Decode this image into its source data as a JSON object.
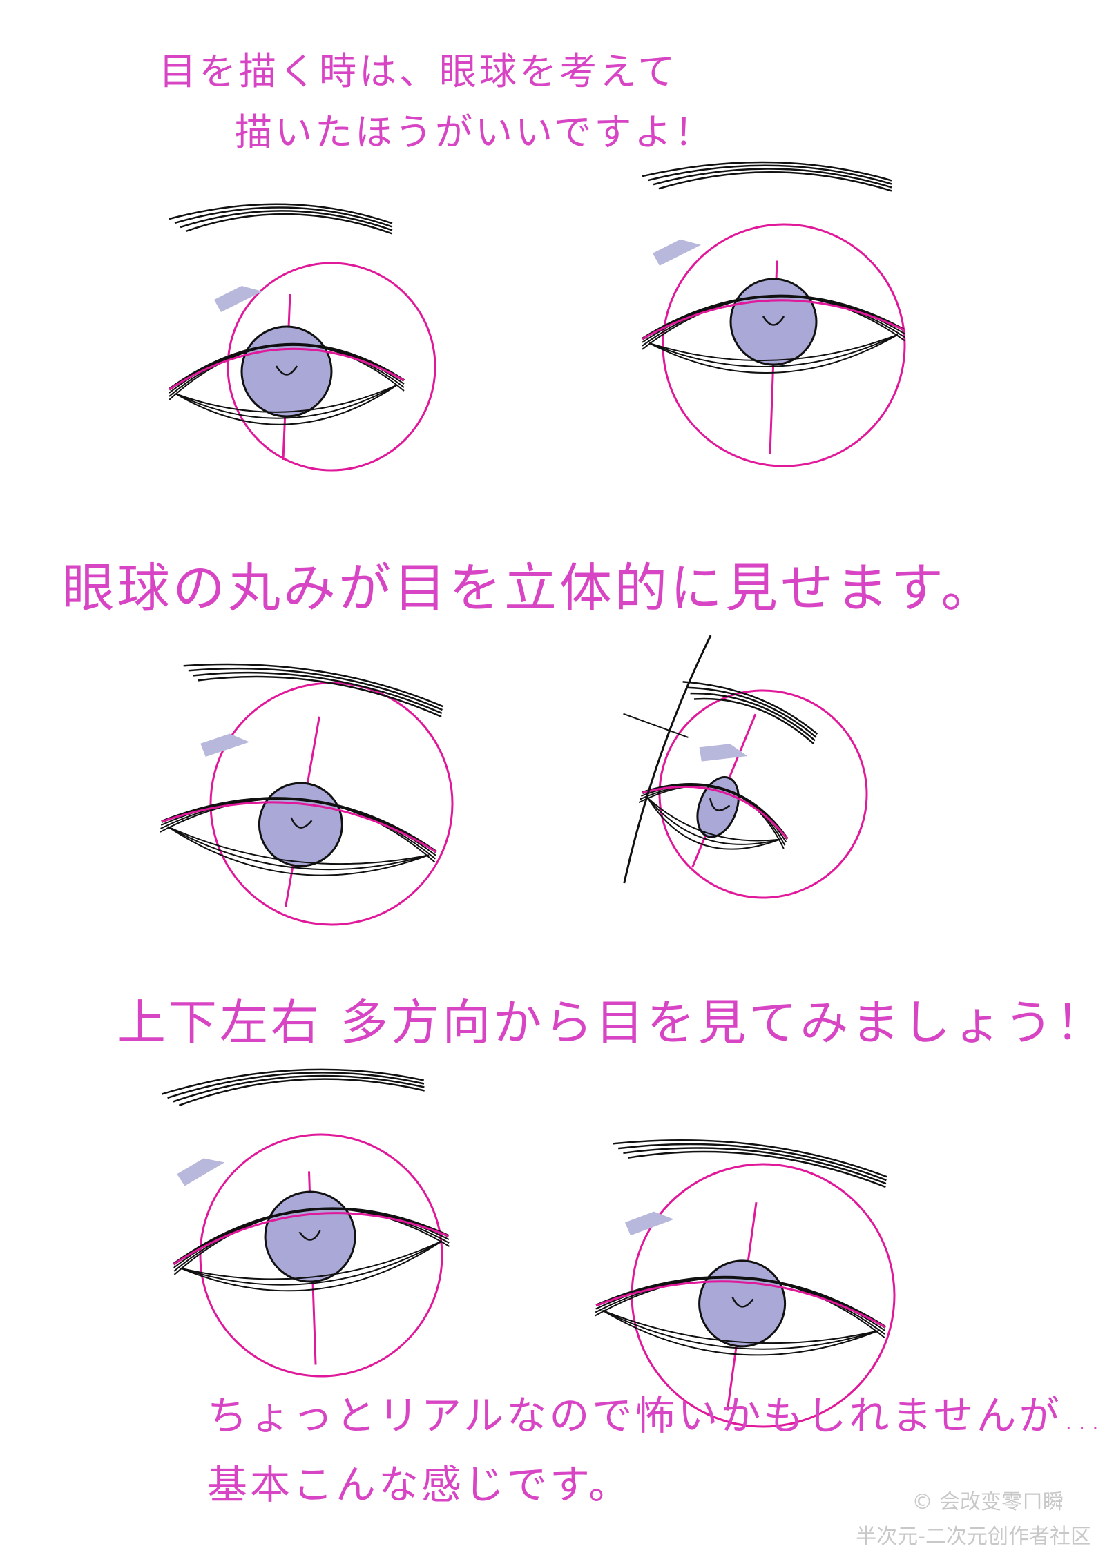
{
  "captions": {
    "line1a": "目を描く時は、眼球を考えて",
    "line1b": "描いたほうがいいですよ！",
    "line2": "眼球の丸みが目を立体的に見せます。",
    "line3": "上下左右 多方向から目を見てみましょう！",
    "line4a": "ちょっとリアルなので怖いかもしれませんが…",
    "line4b": "基本こんな感じです。"
  },
  "watermark": {
    "line1": "© 会改变零ㄇ瞬",
    "line2": "半次元-二次元创作者社区"
  },
  "colors": {
    "caption": "#d845c4",
    "guide": "#e0189a",
    "iris": "#a9a8d6",
    "shadow": "#b8b8dc",
    "ink": "#111111"
  }
}
